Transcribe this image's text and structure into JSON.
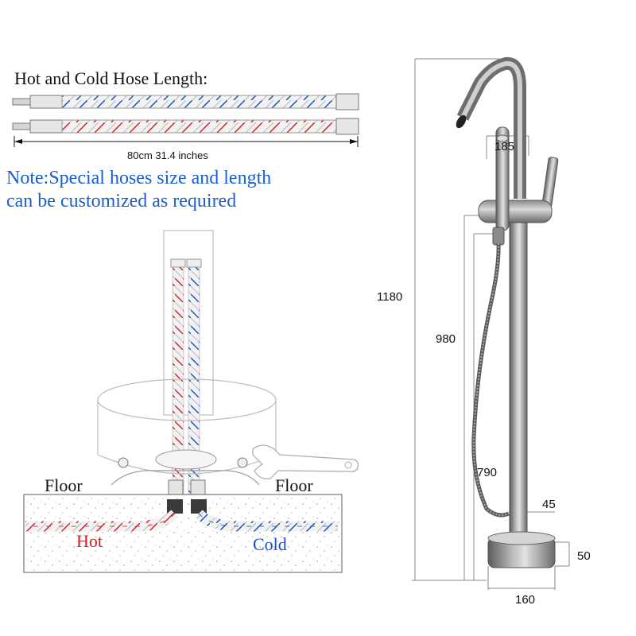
{
  "hose_section": {
    "title": "Hot and Cold Hose Length:",
    "length_label": "80cm  31.4 inches",
    "hot_color": "#d0202a",
    "cold_color": "#1a4fc0"
  },
  "note": {
    "line1": "Note:Special hoses size and length",
    "line2": "can be customized as required",
    "color": "#1a5fd0"
  },
  "install_diagram": {
    "floor_left": "Floor",
    "floor_right": "Floor",
    "hot": "Hot",
    "cold": "Cold"
  },
  "dimensions": {
    "total_height": "1180",
    "handle_height": "980",
    "holder_height": "790",
    "spout_reach": "185",
    "pipe_diameter": "45",
    "base_height": "50",
    "base_diameter": "160"
  },
  "icons": [
    "wrench-icon",
    "faucet-illustration",
    "hose-illustration"
  ]
}
